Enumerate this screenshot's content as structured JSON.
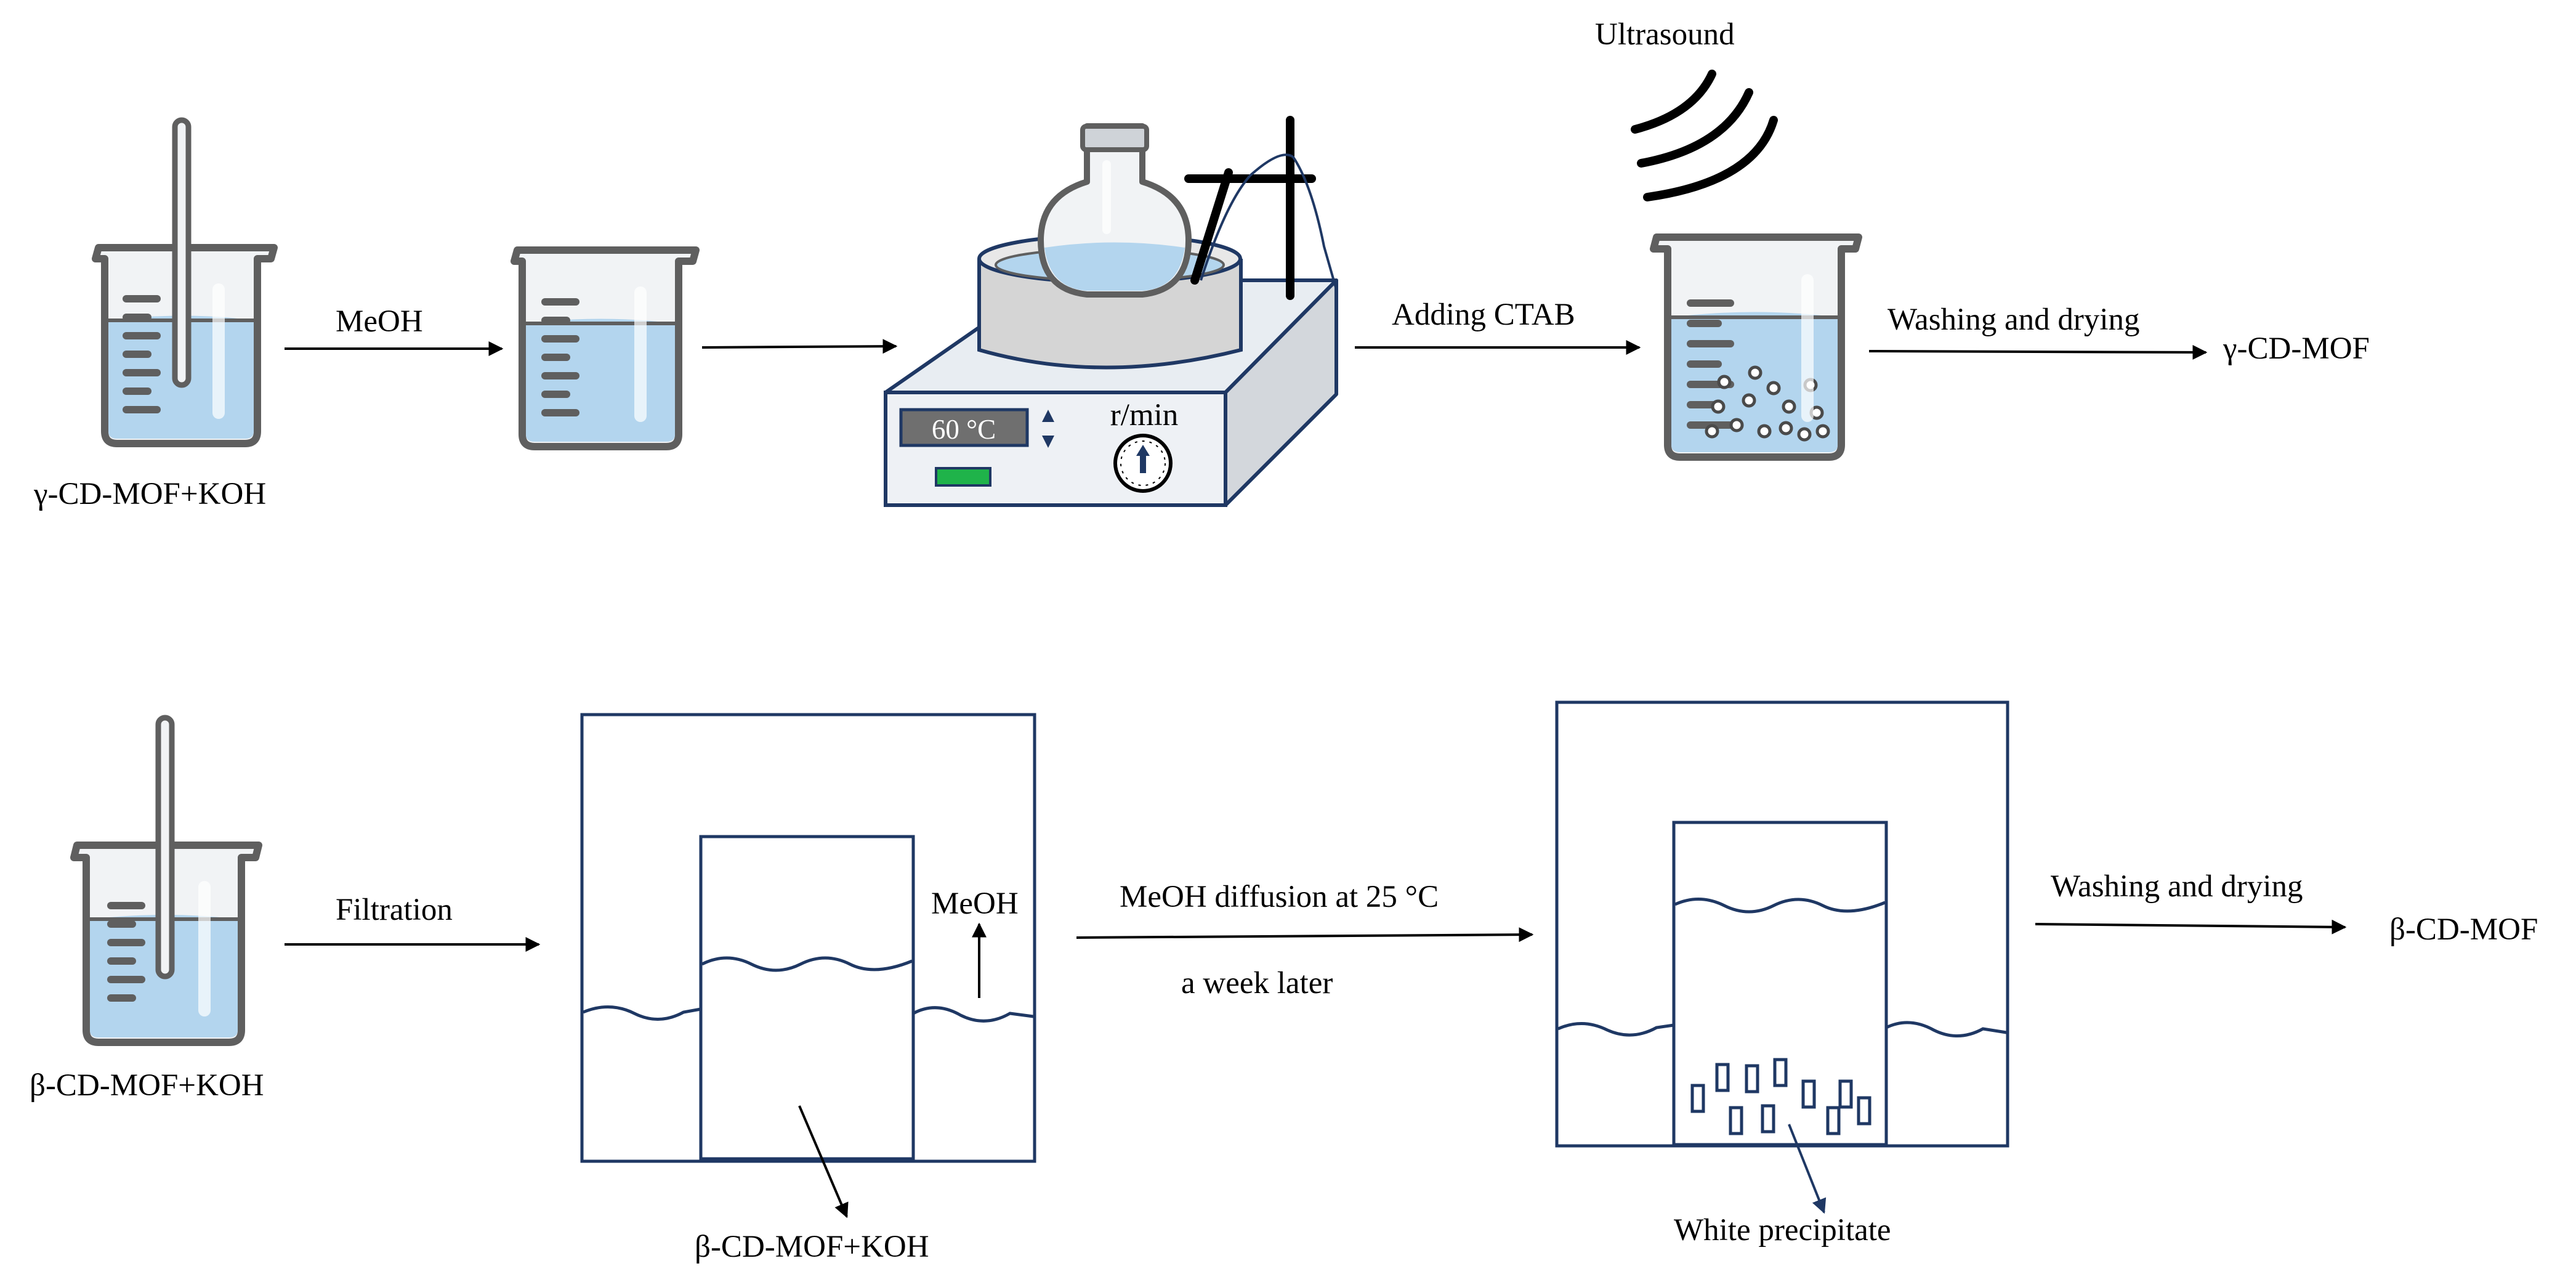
{
  "labels": {
    "ultrasound": "Ultrasound",
    "gamma_start": "γ-CD-MOF+KOH",
    "meoh_top": "MeOH",
    "adding_ctab": "Adding CTAB",
    "washing_top": "Washing and drying",
    "gamma_product": "γ-CD-MOF",
    "temperature_display": "60 °C",
    "speed_unit": "r/min",
    "beta_start": "β-CD-MOF+KOH",
    "filtration": "Filtration",
    "meoh_vapor": "MeOH",
    "diffusion": "MeOH diffusion at 25 °C",
    "week_later": "a week later",
    "inner_vial": "β-CD-MOF+KOH",
    "white_precipitate": "White precipitate",
    "washing_bottom": "Washing and drying",
    "beta_product": "β-CD-MOF"
  },
  "colors": {
    "liquid": "#b3d5ee",
    "glass": "#f1f3f5",
    "glass_outline": "#5f5f5f",
    "box_outline": "#1f3864",
    "heater_body": "#e8edf2",
    "display": "#6f6f6f",
    "indicator": "#1fb34a",
    "arrow": "#000000"
  },
  "icons": [
    "beaker-icon",
    "flask-icon",
    "hot-plate-stirrer-icon",
    "ultrasound-waves-icon",
    "thermometer-icon",
    "dial-icon",
    "crystal-icon"
  ]
}
